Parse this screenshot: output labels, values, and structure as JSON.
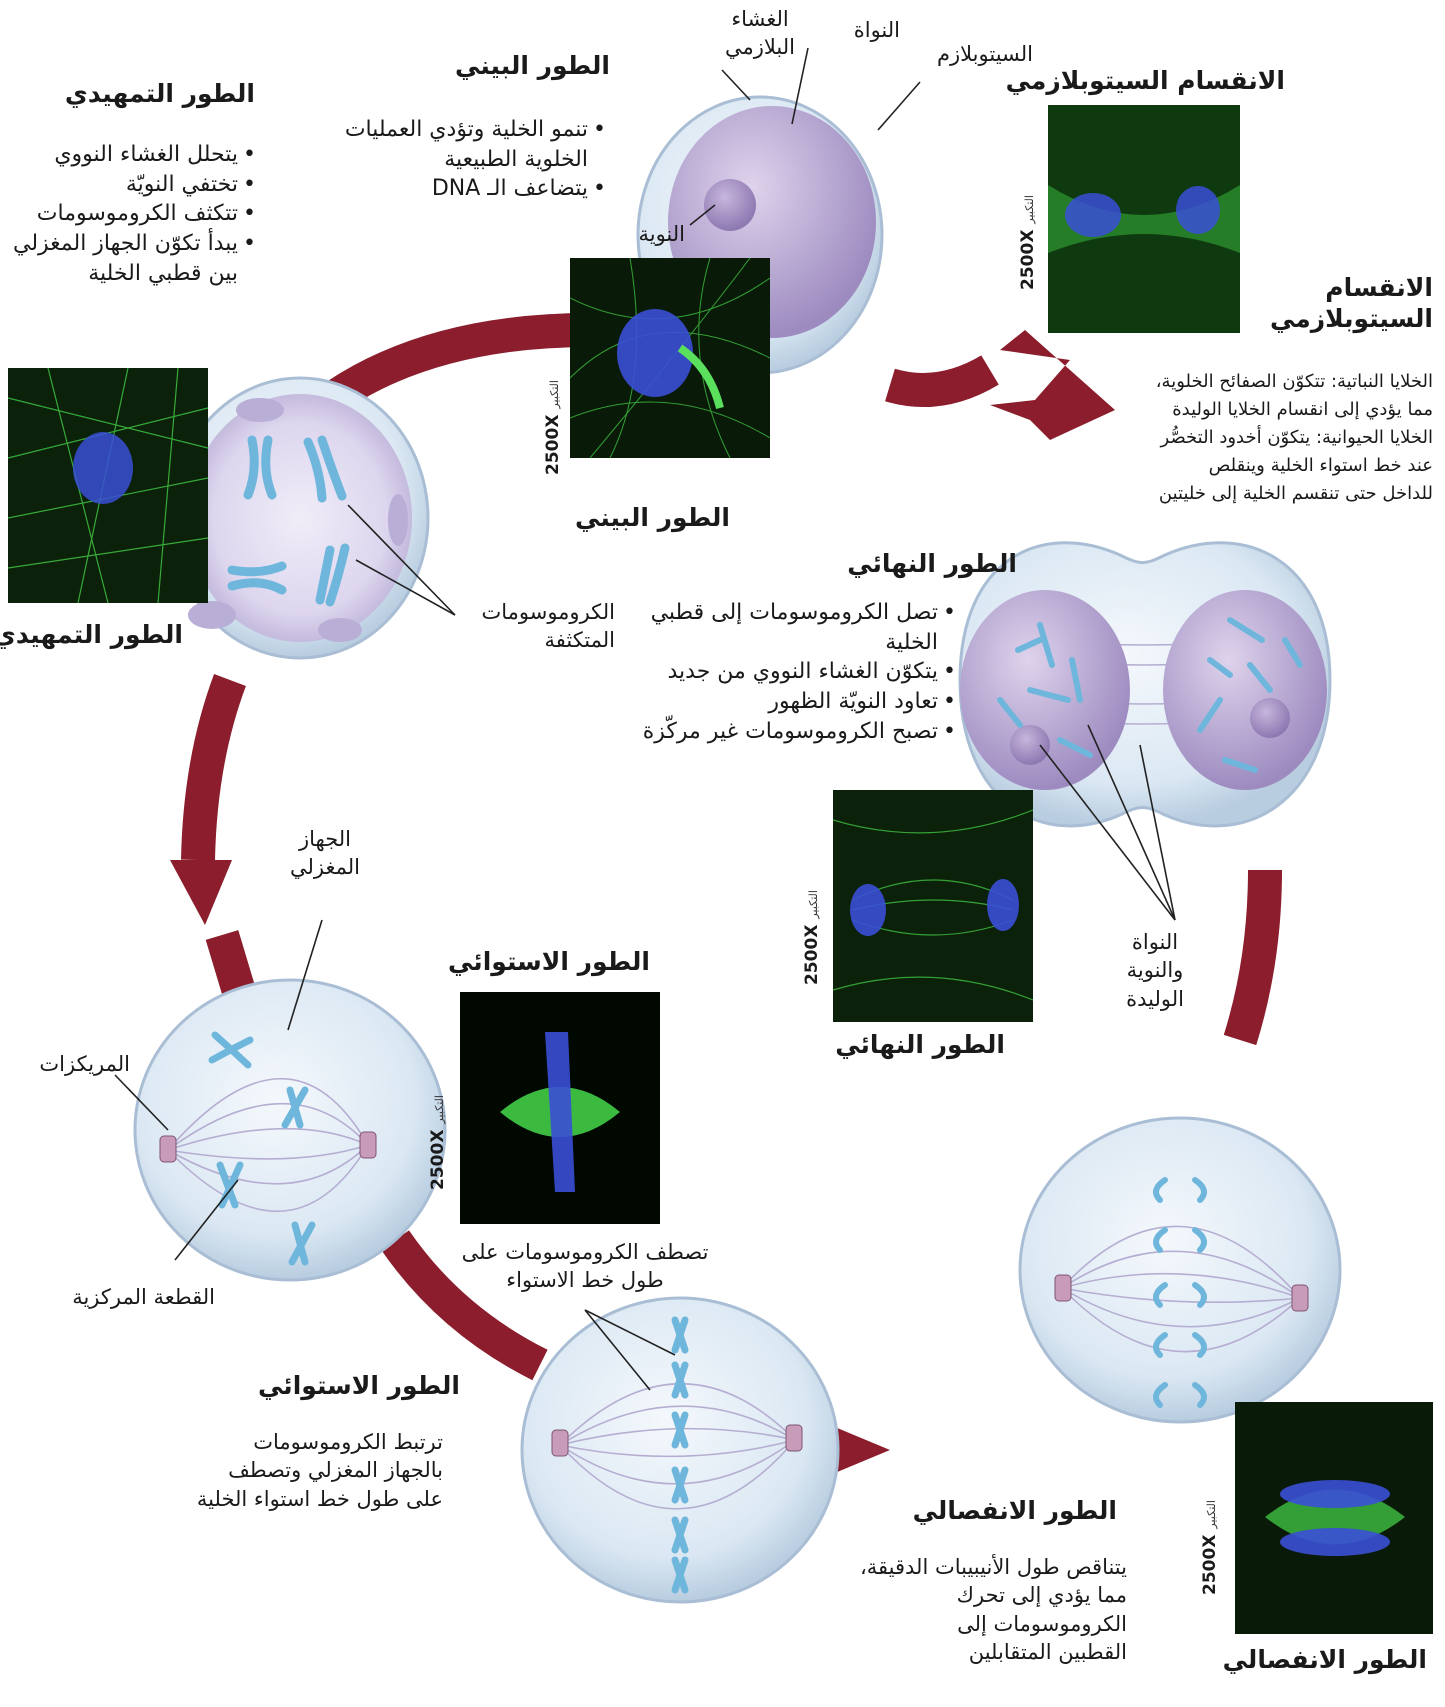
{
  "colors": {
    "arrow": "#8b1d2c",
    "cell_fill": "#dde9f4",
    "nucleus_fill": "#b9a7d2",
    "chromosome": "#6fb6dc",
    "centriole": "#c89cb8",
    "micrograph_bg": "#0a1a08",
    "micro_green": "#46d84a",
    "micro_blue": "#3a4fd6"
  },
  "magnification": {
    "value": "2500X",
    "word": "التكبير"
  },
  "interphase": {
    "title": "الطور البيني",
    "bullets": [
      "تنمو الخلية وتؤدي العمليات الخلوية الطبيعية",
      "يتضاعف الـ DNA"
    ],
    "labels": {
      "membrane": "الغشاء البلازمي",
      "nucleus": "النواة",
      "cytoplasm": "السيتوبلازم",
      "nucleolus": "النوية"
    },
    "photo_caption": "الطور البيني"
  },
  "prophase": {
    "title": "الطور التمهيدي",
    "bullets": [
      "يتحلل الغشاء النووي",
      "تختفي النويّة",
      "تتكثف الكروموسومات",
      "يبدأ تكوّن الجهاز المغزلي بين قطبي الخلية"
    ],
    "photo_caption": "الطور التمهيدي",
    "condensed_label": "الكروموسومات المتكثفة"
  },
  "cytokinesis": {
    "photo_title": "الانقسام السيتوبلازمي",
    "title": "الانقسام السيتوبلازمي",
    "text": [
      "الخلايا النباتية: تتكوّن الصفائح الخلوية،",
      "مما يؤدي إلى انقسام الخلايا الوليدة",
      "الخلايا الحيوانية: يتكوّن أخدود التخصُّر",
      "عند خط استواء الخلية وينقلص",
      "للداخل حتى تنقسم الخلية إلى خليتين"
    ]
  },
  "telophase": {
    "title": "الطور النهائي",
    "bullets": [
      "تصل الكروموسومات إلى قطبي الخلية",
      "يتكوّن الغشاء النووي من جديد",
      "تعاود النويّة الظهور",
      "تصبح الكروموسومات غير مركّزة"
    ],
    "photo_caption": "الطور النهائي",
    "daughter_label": "النواة والنوية الوليدة"
  },
  "metaphase_top": {
    "spindle_label": "الجهاز المغزلي",
    "centrioles_label": "المريكزات",
    "centromere_label": "القطعة المركزية",
    "photo_title": "الطور الاستوائي"
  },
  "metaphase": {
    "align_label": "تصطف الكروموسومات على طول خط الاستواء",
    "title": "الطور الاستوائي",
    "text": [
      "ترتبط الكروموسومات",
      "بالجهاز المغزلي وتصطف",
      "على طول خط استواء الخلية"
    ]
  },
  "anaphase": {
    "title": "الطور الانفصالي",
    "text": [
      "يتناقص طول الأنيبيبات الدقيقة،",
      "مما يؤدي إلى تحرك",
      "الكروموسومات إلى",
      "القطبين المتقابلين"
    ],
    "photo_caption": "الطور الانفصالي"
  }
}
